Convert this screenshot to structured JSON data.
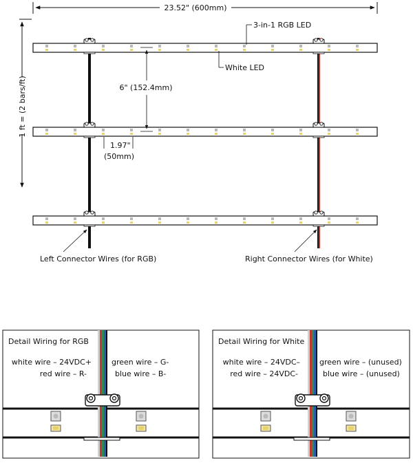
{
  "top": {
    "width_dim": "23.52\" (600mm)",
    "height_dim": "1 ft = (2 bars/ft)",
    "rgb_led_label": "3-in-1 RGB LED",
    "white_led_label": "White LED",
    "spacing_dim": "6\" (152.4mm)",
    "pitch_dim_line1": "1.97\"",
    "pitch_dim_line2": "(50mm)",
    "left_connector_label": "Left Connector Wires (for RGB)",
    "right_connector_label": "Right Connector Wires (for White)"
  },
  "detail_rgb": {
    "title": "Detail Wiring for RGB",
    "left_line1": "white wire – 24VDC+",
    "left_line2": "red wire – R-",
    "right_line1": "green wire – G-",
    "right_line2": "blue wire – B-"
  },
  "detail_white": {
    "title": "Detail Wiring for White",
    "left_line1": "white wire – 24VDC–",
    "left_line2": "red wire – 24VDC-",
    "right_line1": "green wire – (unused)",
    "right_line2": "blue wire – (unused)"
  },
  "colors": {
    "rgb_led": "#b8b8b8",
    "white_led": "#e8d36a",
    "wire_red": "#c0392b",
    "wire_black": "#111111"
  }
}
